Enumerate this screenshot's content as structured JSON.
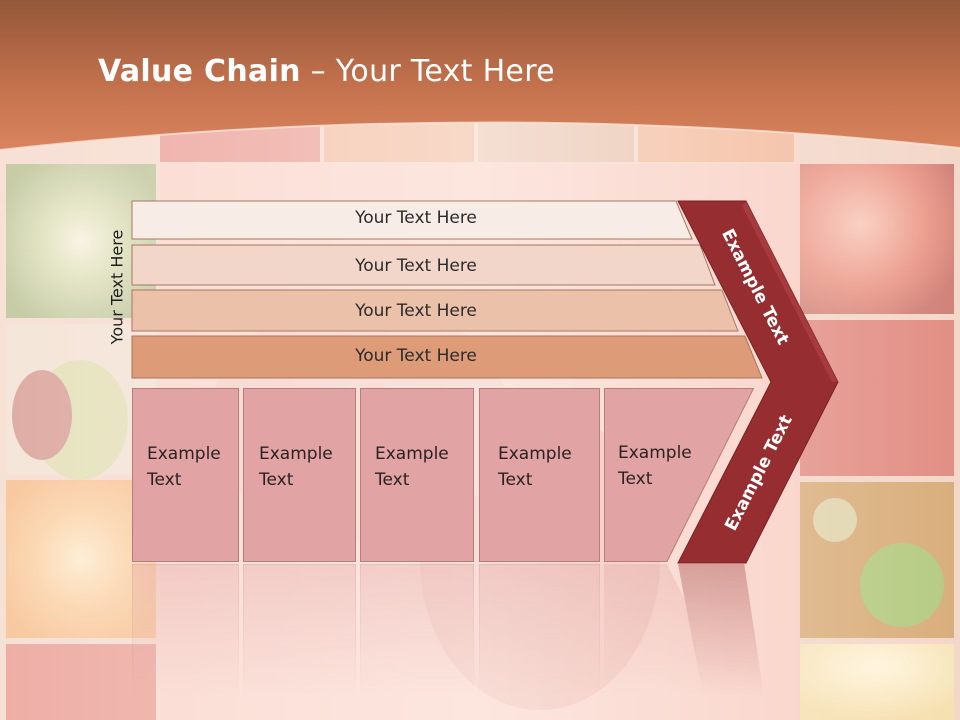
{
  "title": {
    "bold": "Value Chain",
    "rest": " – Your Text Here"
  },
  "rows": [
    {
      "label": "Your Text Here",
      "fill": "#f8ece6"
    },
    {
      "label": "Your Text Here",
      "fill": "#f2d6ca"
    },
    {
      "label": "Your Text Here",
      "fill": "#ecc1aa"
    },
    {
      "label": "Your Text Here",
      "fill": "#dd9b78"
    }
  ],
  "side_label": "Your Text Here",
  "cells": [
    {
      "text": "Example\nText"
    },
    {
      "text": "Example\nText"
    },
    {
      "text": "Example\nText"
    },
    {
      "text": "Example\nText"
    },
    {
      "text": "Example\nText"
    }
  ],
  "arrow": {
    "upper_label": "Example Text",
    "lower_label": "Example Text",
    "color": "#962d30"
  },
  "colors": {
    "header_band": "#c87650",
    "cell_fill": "#e2a3a4",
    "cell_border": "#b77c7d",
    "row_border": "#a7765f"
  }
}
